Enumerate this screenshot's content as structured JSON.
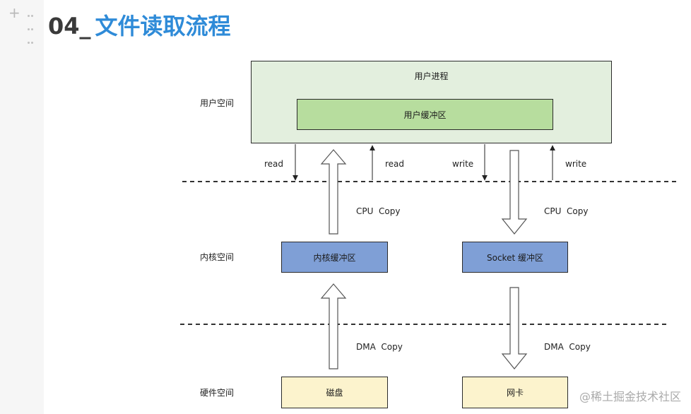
{
  "title": {
    "number": "04_",
    "text": "文件读取流程"
  },
  "layers": {
    "user": "用户空间",
    "kernel": "内核空间",
    "hardware": "硬件空间"
  },
  "boxes": {
    "user_process": "用户进程",
    "user_buffer": "用户缓冲区",
    "kernel_buffer": "内核缓冲区",
    "socket_buffer": "Socket 缓冲区",
    "disk": "磁盘",
    "nic": "网卡"
  },
  "arrows": {
    "read_left": "read",
    "read_right": "read",
    "write_left": "write",
    "write_right": "write",
    "cpu_copy_left": "CPU  Copy",
    "cpu_copy_right": "CPU  Copy",
    "dma_copy_left": "DMA  Copy",
    "dma_copy_right": "DMA  Copy"
  },
  "watermark": "@稀土掘金技术社区",
  "colors": {
    "title_accent": "#2f8bd8",
    "user_process_fill": "#e3efde",
    "user_buffer_fill": "#b7dd9e",
    "kernel_fill": "#7f9fd6",
    "hardware_fill": "#fcf3cd"
  }
}
